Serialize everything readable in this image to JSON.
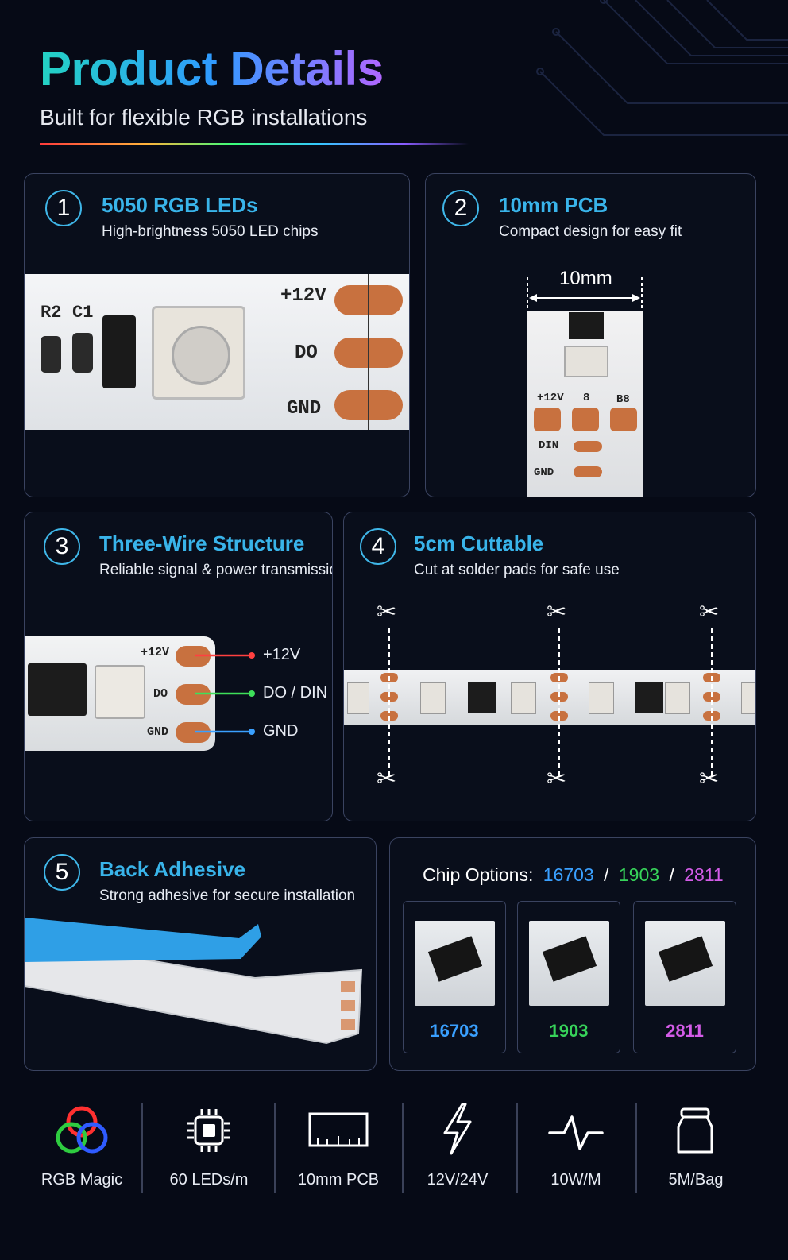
{
  "header": {
    "title": "Product Details",
    "subtitle": "Built for flexible RGB installations"
  },
  "cards": [
    {
      "num": "1",
      "title": "5050 RGB LEDs",
      "desc": "High-brightness 5050 LED chips",
      "labels": [
        "R2",
        "C1",
        "+12V",
        "DO",
        "GND"
      ]
    },
    {
      "num": "2",
      "title": "10mm PCB",
      "desc": "Compact design for easy fit",
      "dimension": "10mm",
      "labels": [
        "+12V",
        "8",
        "B8",
        "DIN",
        "GND"
      ]
    },
    {
      "num": "3",
      "title": "Three-Wire Structure",
      "desc": "Reliable signal & power transmission",
      "pads": [
        "+12V",
        "DO",
        "GND"
      ],
      "wires": [
        "+12V",
        "DO / DIN",
        "GND"
      ]
    },
    {
      "num": "4",
      "title": "5cm Cuttable",
      "desc": "Cut at solder pads for safe use"
    },
    {
      "num": "5",
      "title": "Back Adhesive",
      "desc": "Strong adhesive for secure installation"
    }
  ],
  "chips": {
    "prefix": "Chip Options:",
    "sep": "/",
    "options": [
      {
        "name": "16703",
        "color": "#3aa0ff"
      },
      {
        "name": "1903",
        "color": "#37d35a"
      },
      {
        "name": "2811",
        "color": "#d45ce8"
      }
    ]
  },
  "features": [
    {
      "label": "RGB Magic",
      "icon": "rgb-circles-icon"
    },
    {
      "label": "60 LEDs/m",
      "icon": "chip-icon"
    },
    {
      "label": "10mm PCB",
      "icon": "pcb-icon"
    },
    {
      "label": "12V/24V",
      "icon": "lightning-icon"
    },
    {
      "label": "10W/M",
      "icon": "pulse-icon"
    },
    {
      "label": "5M/Bag",
      "icon": "bag-icon"
    }
  ],
  "wire_colors": {
    "v12": "#ff4040",
    "do": "#3ee05a",
    "gnd": "#3aa0ff"
  }
}
